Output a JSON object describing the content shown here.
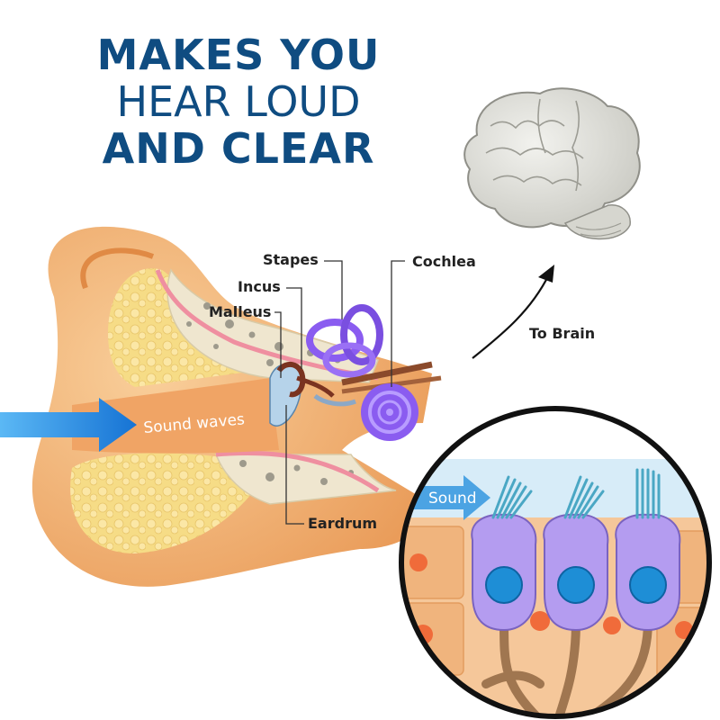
{
  "headline": {
    "line1": "MAKES YOU",
    "line2": "HEAR LOUD",
    "line3": "AND CLEAR"
  },
  "labels": {
    "stapes": "Stapes",
    "incus": "Incus",
    "malleus": "Malleus",
    "cochlea": "Cochlea",
    "eardrum": "Eardrum",
    "to_brain": "To Brain",
    "sound_waves": "Sound waves",
    "sound": "Sound"
  },
  "colors": {
    "headline": "#0f4c81",
    "skin": "#f3b77a",
    "bone": "#efe6cf",
    "cochlea": "#8a5cf0",
    "arrow": "#1e88e5",
    "hair_cell": "#a98ae8",
    "nucleus": "#1e8ed6"
  }
}
